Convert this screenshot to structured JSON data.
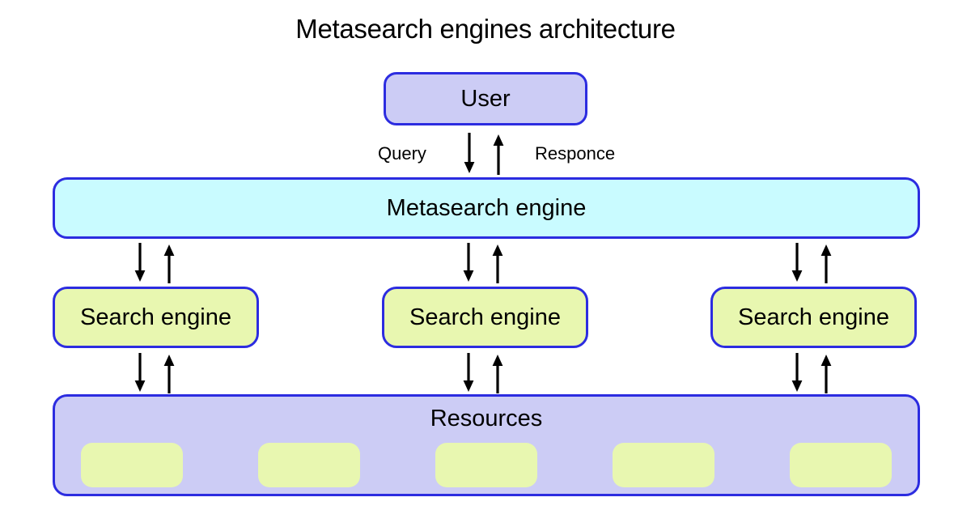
{
  "title": "Metasearch engines architecture",
  "nodes": {
    "user": {
      "label": "User",
      "fill": "#ccccf5",
      "stroke": "#2c2ce0"
    },
    "metasearch": {
      "label": "Metasearch engine",
      "fill": "#c9fbff",
      "stroke": "#2c2ce0"
    },
    "search_engines": [
      {
        "label": "Search engine",
        "fill": "#e8f7b0",
        "stroke": "#2c2ce0"
      },
      {
        "label": "Search engine",
        "fill": "#e8f7b0",
        "stroke": "#2c2ce0"
      },
      {
        "label": "Search engine",
        "fill": "#e8f7b0",
        "stroke": "#2c2ce0"
      }
    ],
    "resources": {
      "label": "Resources",
      "fill": "#ccccf5",
      "stroke": "#2c2ce0",
      "chips": [
        {
          "fill": "#e8f7b0"
        },
        {
          "fill": "#e8f7b0"
        },
        {
          "fill": "#e8f7b0"
        },
        {
          "fill": "#e8f7b0"
        },
        {
          "fill": "#e8f7b0"
        }
      ]
    }
  },
  "edges": {
    "user_to_metasearch": {
      "down_label": "Query",
      "up_label": "Responce"
    }
  },
  "colors": {
    "border_blue": "#2c2ce0",
    "lavender": "#ccccf5",
    "cyan": "#c9fbff",
    "lime": "#e8f7b0",
    "arrow_black": "#000000",
    "background": "#ffffff"
  }
}
